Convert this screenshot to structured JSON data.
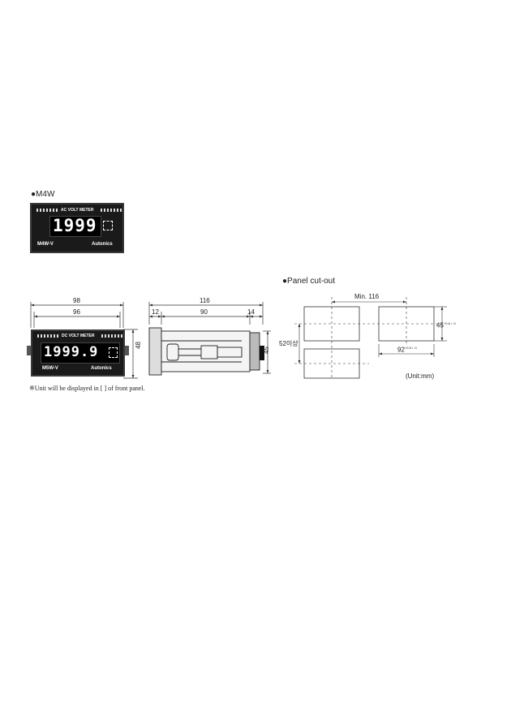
{
  "m4w": {
    "title": "M4W",
    "meter_label": "AC VOLT METER",
    "display": "1999",
    "model": "M4W-V",
    "brand": "Autonics"
  },
  "m5w": {
    "meter_label": "DC VOLT METER",
    "display": "1999.9",
    "model": "M5W-V",
    "brand": "Autonics",
    "dims": {
      "outer_width": "98",
      "inner_width": "96",
      "height": "48"
    }
  },
  "side_view": {
    "dims": {
      "total_length": "116",
      "front": "12",
      "body": "90",
      "rear": "14",
      "height": "45"
    }
  },
  "panel_cutout": {
    "title": "Panel cut-out",
    "min_spacing": "Min. 116",
    "height": "45",
    "height_tol": "+0.6 / -0",
    "width": "92",
    "width_tol": "+0.8 / -0",
    "vertical_spacing": "52이상",
    "unit": "(Unit:mm)"
  },
  "note": "※Unit will be displayed in [ ] of front panel."
}
